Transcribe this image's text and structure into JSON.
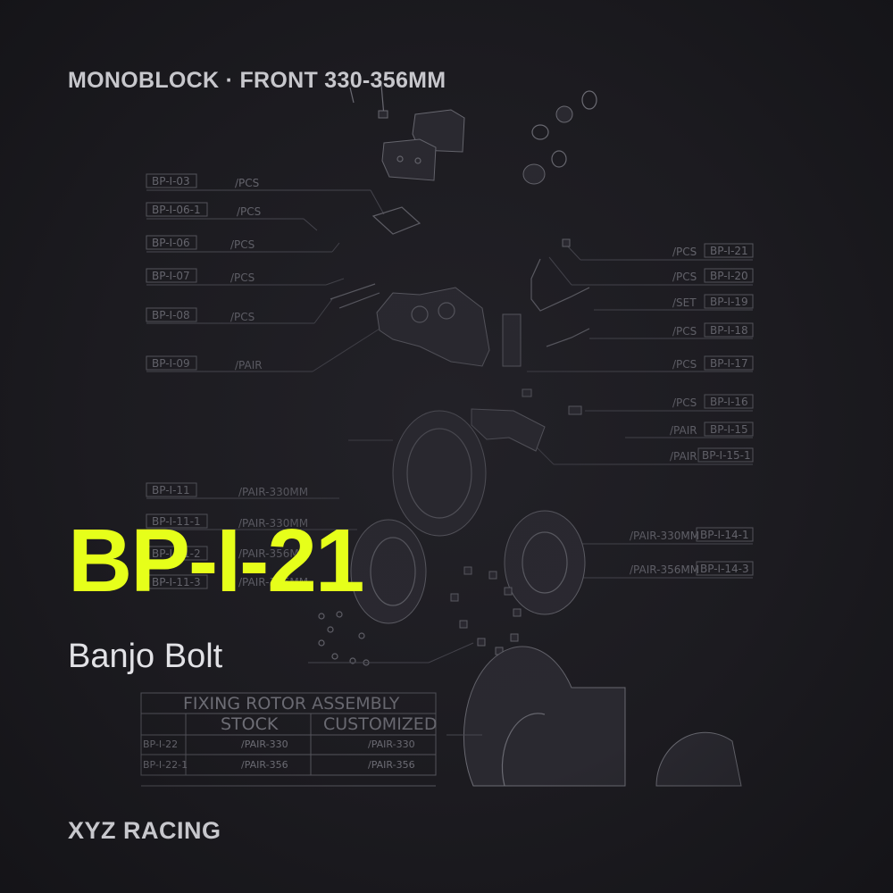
{
  "header": {
    "title": "MONOBLOCK · FRONT 330-356MM"
  },
  "product": {
    "code": "BP-I-21",
    "name": "Banjo Bolt"
  },
  "footer": {
    "brand": "XYZ RACING"
  },
  "colors": {
    "accent": "#e6ff1a",
    "background": "#1c1b20",
    "header_text": "#c7c7cc"
  },
  "diagram": {
    "left_callouts": [
      {
        "code": "BP-I-03",
        "unit": "/PCS"
      },
      {
        "code": "BP-I-06-1",
        "unit": "/PCS"
      },
      {
        "code": "BP-I-06",
        "unit": "/PCS"
      },
      {
        "code": "BP-I-07",
        "unit": "/PCS"
      },
      {
        "code": "BP-I-08",
        "unit": "/PCS"
      },
      {
        "code": "BP-I-09",
        "unit": "/PAIR"
      },
      {
        "code": "BP-I-11",
        "unit": "/PAIR-330MM"
      },
      {
        "code": "BP-I-11-1",
        "unit": "/PAIR-330MM"
      },
      {
        "code": "BP-I-11-2",
        "unit": "/PAIR-356MM"
      },
      {
        "code": "BP-I-11-3",
        "unit": "/PAIR-356MM"
      }
    ],
    "right_callouts": [
      {
        "code": "BP-I-21",
        "unit": "/PCS"
      },
      {
        "code": "BP-I-20",
        "unit": "/PCS"
      },
      {
        "code": "BP-I-19",
        "unit": "/SET"
      },
      {
        "code": "BP-I-18",
        "unit": "/PCS"
      },
      {
        "code": "BP-I-17",
        "unit": "/PCS"
      },
      {
        "code": "BP-I-16",
        "unit": "/PCS"
      },
      {
        "code": "BP-I-15",
        "unit": "/PAIR"
      },
      {
        "code": "BP-I-15-1",
        "unit": "/PAIR"
      },
      {
        "code": "BP-I-14-1",
        "unit": "/PAIR-330MM"
      },
      {
        "code": "BP-I-14-3",
        "unit": "/PAIR-356MM"
      }
    ],
    "table": {
      "title": "FIXING ROTOR ASSEMBLY",
      "col_stock": "STOCK",
      "col_custom": "CUSTOMIZED",
      "rows": [
        {
          "code": "BP-I-22",
          "stock": "/PAIR-330",
          "custom": "/PAIR-330"
        },
        {
          "code": "BP-I-22-1",
          "stock": "/PAIR-356",
          "custom": "/PAIR-356"
        }
      ]
    }
  }
}
